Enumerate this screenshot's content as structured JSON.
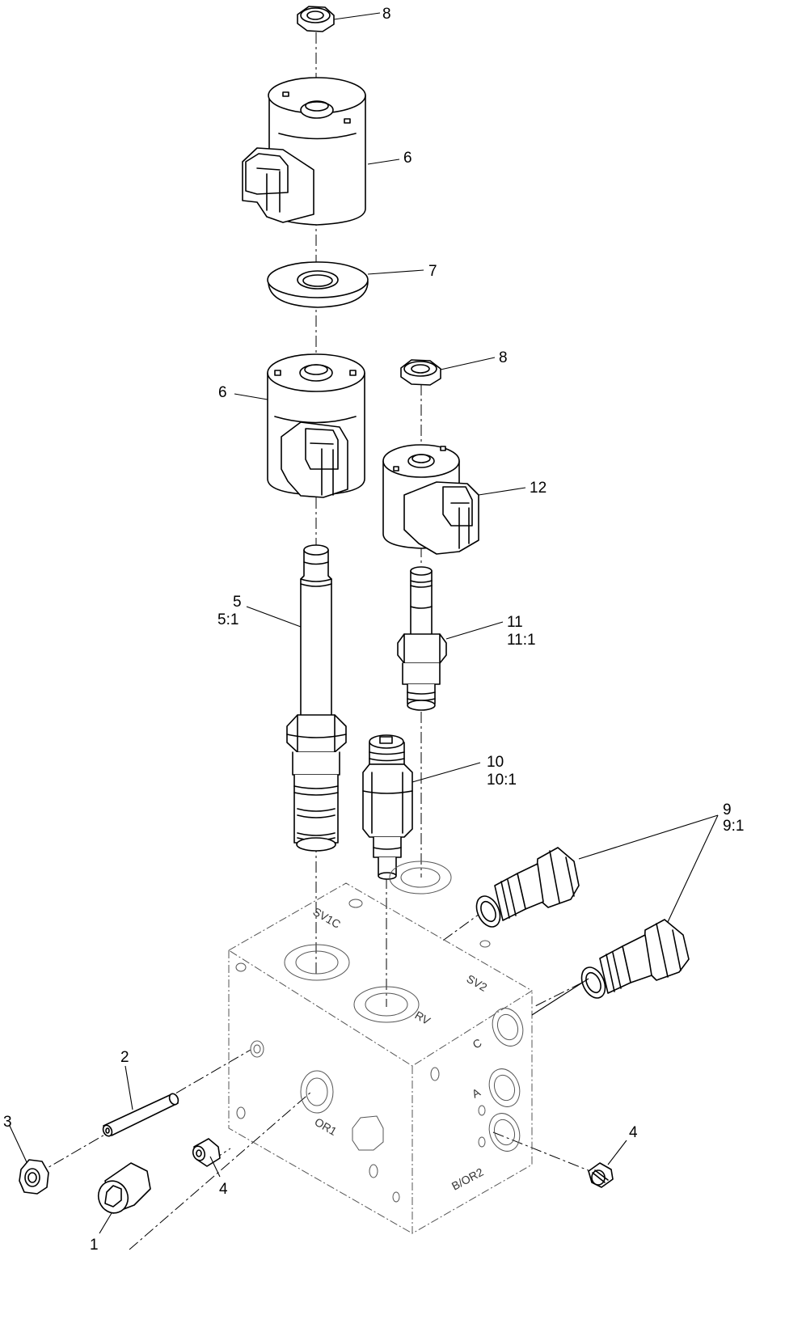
{
  "callouts": {
    "c1": "1",
    "c2": "2",
    "c3": "3",
    "c4a": "4",
    "c4b": "4",
    "c5": "5",
    "c5_1": "5:1",
    "c6a": "6",
    "c6b": "6",
    "c7": "7",
    "c8a": "8",
    "c8b": "8",
    "c9": "9",
    "c9_1": "9:1",
    "c10": "10",
    "c10_1": "10:1",
    "c11": "11",
    "c11_1": "11:1",
    "c12": "12"
  },
  "ports": {
    "sv1c": "SV1C",
    "sv2": "SV2",
    "rv": "RV",
    "c": "C",
    "a": "A",
    "or1": "OR1",
    "bor2": "B/OR2"
  }
}
